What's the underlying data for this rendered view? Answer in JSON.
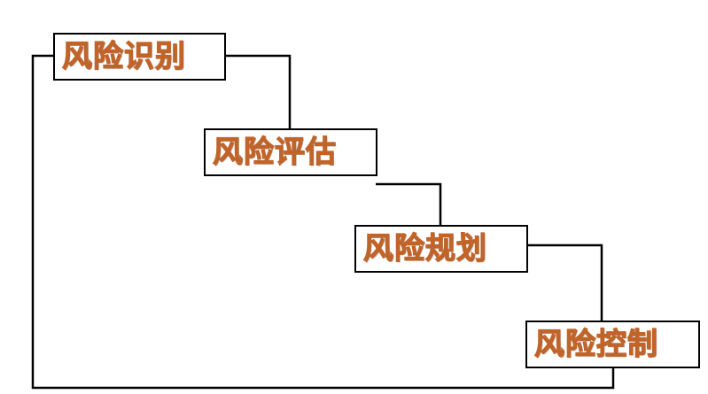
{
  "colors": {
    "label": "#c0642a",
    "line": "#000000",
    "box_border": "#000000",
    "background": "#ffffff"
  },
  "steps": [
    {
      "label": "风险识别"
    },
    {
      "label": "风险评估"
    },
    {
      "label": "风险规划"
    },
    {
      "label": "风险控制"
    }
  ]
}
